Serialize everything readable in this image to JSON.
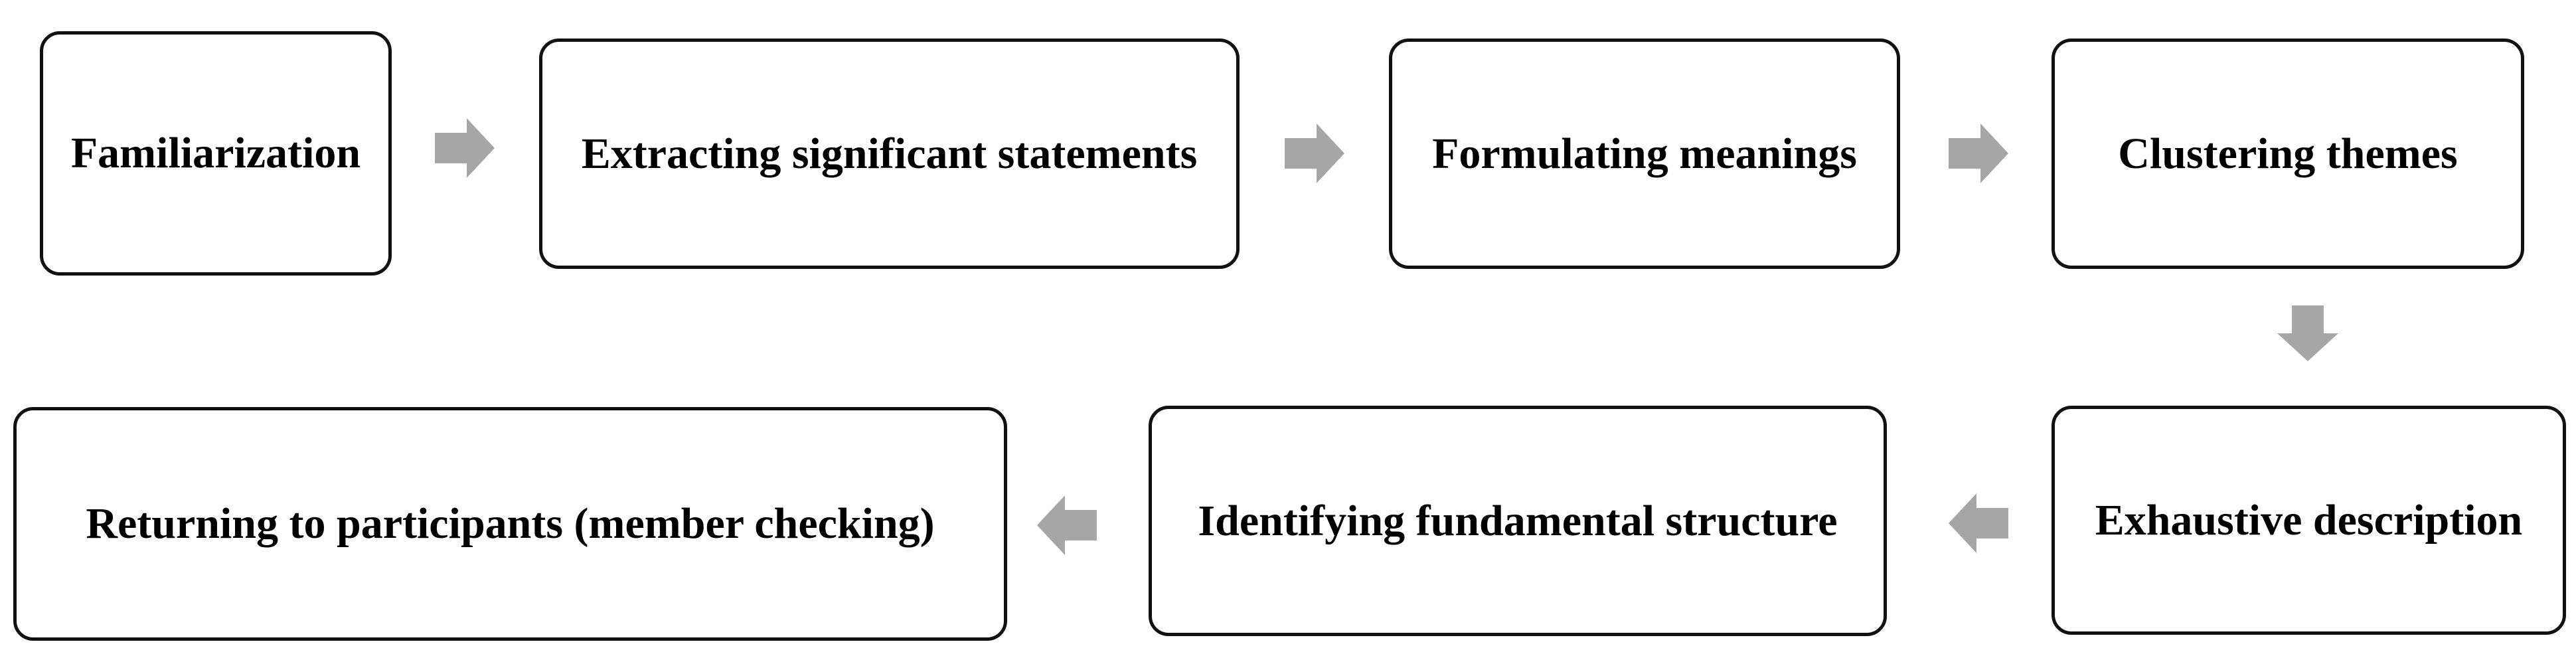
{
  "diagram": {
    "colors": {
      "box_border": "#111111",
      "box_fill": "#ffffff",
      "text": "#000000",
      "arrow": "#a6a6a6"
    },
    "steps": [
      {
        "label": "Familiarization"
      },
      {
        "label": "Extracting significant statements"
      },
      {
        "label": "Formulating meanings"
      },
      {
        "label": "Clustering themes"
      },
      {
        "label": "Exhaustive description"
      },
      {
        "label": "Identifying fundamental structure"
      },
      {
        "label": "Returning to participants (member checking)"
      }
    ],
    "flow": [
      {
        "from": 0,
        "to": 1,
        "direction": "right"
      },
      {
        "from": 1,
        "to": 2,
        "direction": "right"
      },
      {
        "from": 2,
        "to": 3,
        "direction": "right"
      },
      {
        "from": 3,
        "to": 4,
        "direction": "down"
      },
      {
        "from": 4,
        "to": 5,
        "direction": "left"
      },
      {
        "from": 5,
        "to": 6,
        "direction": "left"
      }
    ]
  }
}
